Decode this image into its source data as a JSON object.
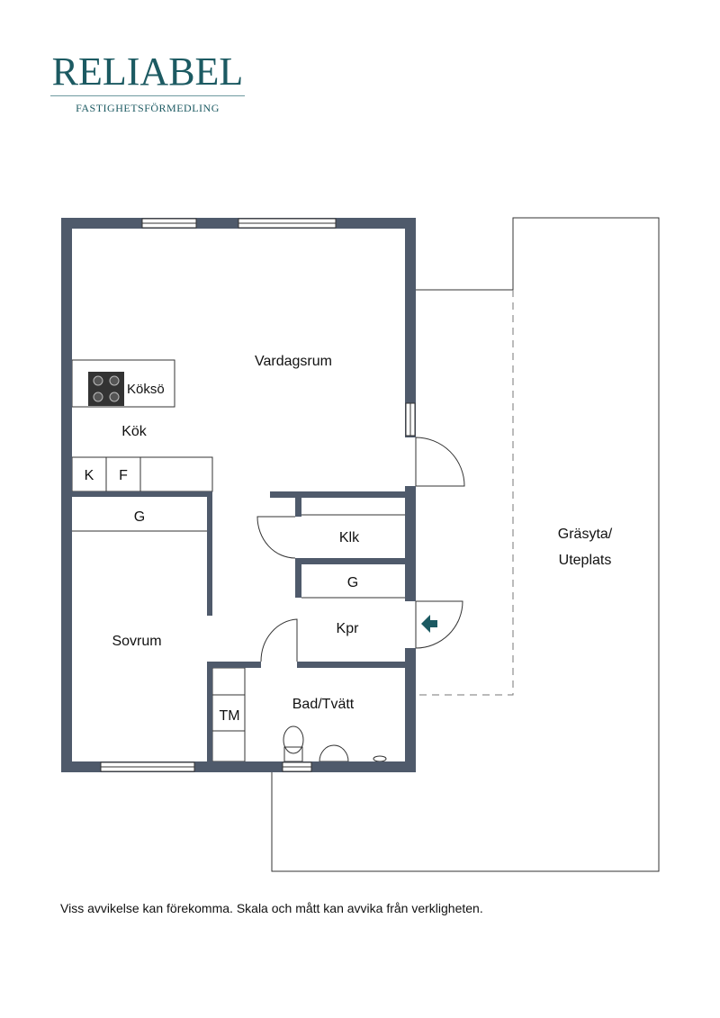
{
  "logo": {
    "name": "RELIABEL",
    "tagline": "FASTIGHETSFÖRMEDLING"
  },
  "colors": {
    "wall": "#4f5a6b",
    "brand": "#1c5a62",
    "entrance_arrow": "#1c5a62"
  },
  "rooms": {
    "vardagsrum": "Vardagsrum",
    "koksö": "Köksö",
    "kok": "Kök",
    "k": "K",
    "f": "F",
    "g_bedroom": "G",
    "sovrum": "Sovrum",
    "klk": "Klk",
    "g_hall": "G",
    "kpr": "Kpr",
    "bad": "Bad/Tvätt",
    "tm": "TM",
    "grasyta_1": "Gräsyta/",
    "grasyta_2": "Uteplats"
  },
  "disclaimer": "Viss avvikelse kan förekomma. Skala och mått kan avvika från verkligheten."
}
